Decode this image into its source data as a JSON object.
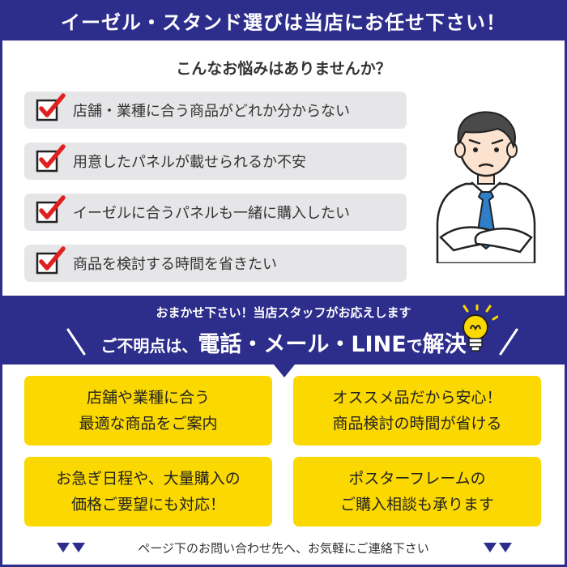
{
  "banner": {
    "title": "イーゼル・スタンド選びは当店にお任せ下さい！"
  },
  "worries": {
    "title": "こんなお悩みはありませんか？",
    "items": [
      "店舗・業種に合う商品がどれか分からない",
      "用意したパネルが載せられるか不安",
      "イーゼルに合うパネルも一緒に購入したい",
      "商品を検討する時間を省きたい"
    ]
  },
  "support": {
    "subtitle": "おまかせ下さい！当店スタッフがお応えします",
    "main_prefix": "ご不明点は、",
    "main_channels": "電話・メール・LINE",
    "main_de": "で",
    "main_solve": "解決"
  },
  "benefits": [
    {
      "line1": "店舗や業種に合う",
      "line2": "最適な商品をご案内"
    },
    {
      "line1": "オススメ品だから安心！",
      "line2": "商品検討の時間が省ける"
    },
    {
      "line1": "お急ぎ日程や、大量購入の",
      "line2": "価格ご要望にも対応！"
    },
    {
      "line1": "ポスターフレームの",
      "line2": "ご購入相談も承ります"
    }
  ],
  "footer": {
    "text": "ページ下のお問い合わせ先へ、お気軽にご連絡下さい"
  },
  "colors": {
    "navy": "#2d2d8c",
    "yellow": "#fbd800",
    "check_red": "#e02020",
    "item_gray": "#e6e6e8"
  },
  "icons": {
    "check": "checkbox-check-icon",
    "bulb": "lightbulb-icon",
    "person": "worried-businessman-illustration",
    "triangle": "down-triangle-icon"
  }
}
